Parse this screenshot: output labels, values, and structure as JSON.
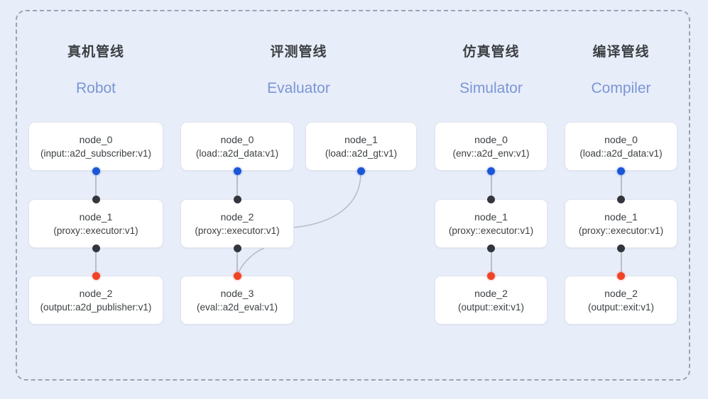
{
  "diagram": {
    "background_color": "#e8edfa",
    "frame_border_color": "#9aa3b5",
    "colors": {
      "node_bg": "#ffffff",
      "node_border": "#e2e5ec",
      "title": "#3c4043",
      "subtitle": "#7b96d4",
      "edge": "#b9bec9",
      "dot_input": "#1a56d6",
      "dot_mid": "#33373d",
      "dot_output": "#ef4326"
    }
  },
  "columns": [
    {
      "title": "真机管线",
      "subtitle": "Robot",
      "nodes": [
        {
          "name": "node_0",
          "type": "(input::a2d_subscriber:v1)"
        },
        {
          "name": "node_1",
          "type": "(proxy::executor:v1)"
        },
        {
          "name": "node_2",
          "type": "(output::a2d_publisher:v1)"
        }
      ]
    },
    {
      "title": "评测管线",
      "subtitle": "Evaluator",
      "nodes": [
        {
          "name": "node_0",
          "type": "(load::a2d_data:v1)"
        },
        {
          "name": "node_2",
          "type": "(proxy::executor:v1)"
        },
        {
          "name": "node_3",
          "type": "(eval::a2d_eval:v1)"
        }
      ],
      "side_nodes": [
        {
          "name": "node_1",
          "type": "(load::a2d_gt:v1)"
        }
      ]
    },
    {
      "title": "仿真管线",
      "subtitle": "Simulator",
      "nodes": [
        {
          "name": "node_0",
          "type": "(env::a2d_env:v1)"
        },
        {
          "name": "node_1",
          "type": "(proxy::executor:v1)"
        },
        {
          "name": "node_2",
          "type": "(output::exit:v1)"
        }
      ]
    },
    {
      "title": "编译管线",
      "subtitle": "Compiler",
      "nodes": [
        {
          "name": "node_0",
          "type": "(load::a2d_data:v1)"
        },
        {
          "name": "node_1",
          "type": "(proxy::executor:v1)"
        },
        {
          "name": "node_2",
          "type": "(output::exit:v1)"
        }
      ]
    }
  ]
}
